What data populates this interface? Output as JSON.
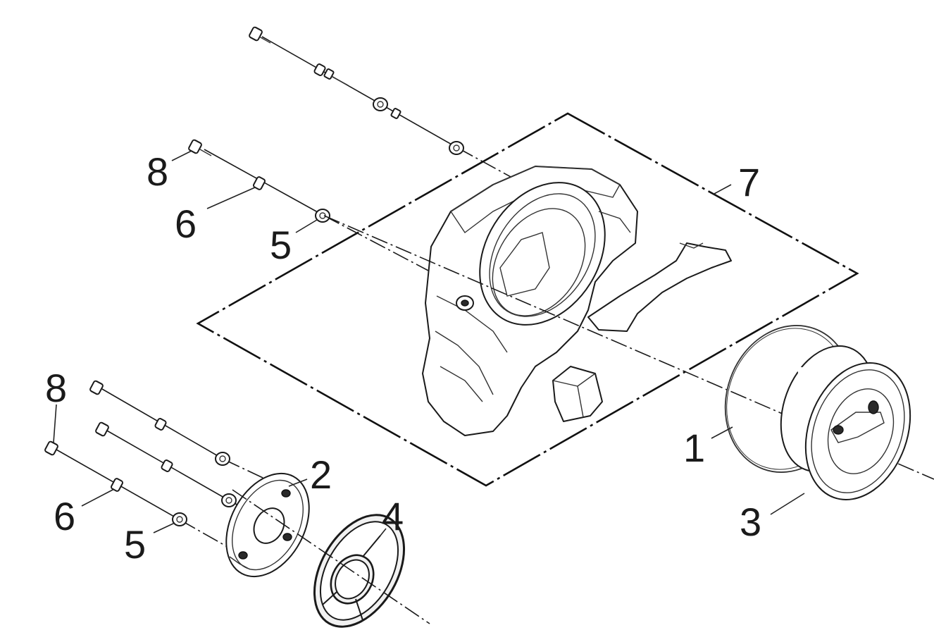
{
  "callouts": {
    "c1": "1",
    "c2": "2",
    "c3": "3",
    "c4": "4",
    "c5_top": "5",
    "c5_bottom": "5",
    "c6_top": "6",
    "c6_bottom": "6",
    "c7": "7",
    "c8_top": "8",
    "c8_bottom": "8"
  },
  "colors": {
    "ink": "#1a1a1a",
    "background": "#ffffff"
  }
}
